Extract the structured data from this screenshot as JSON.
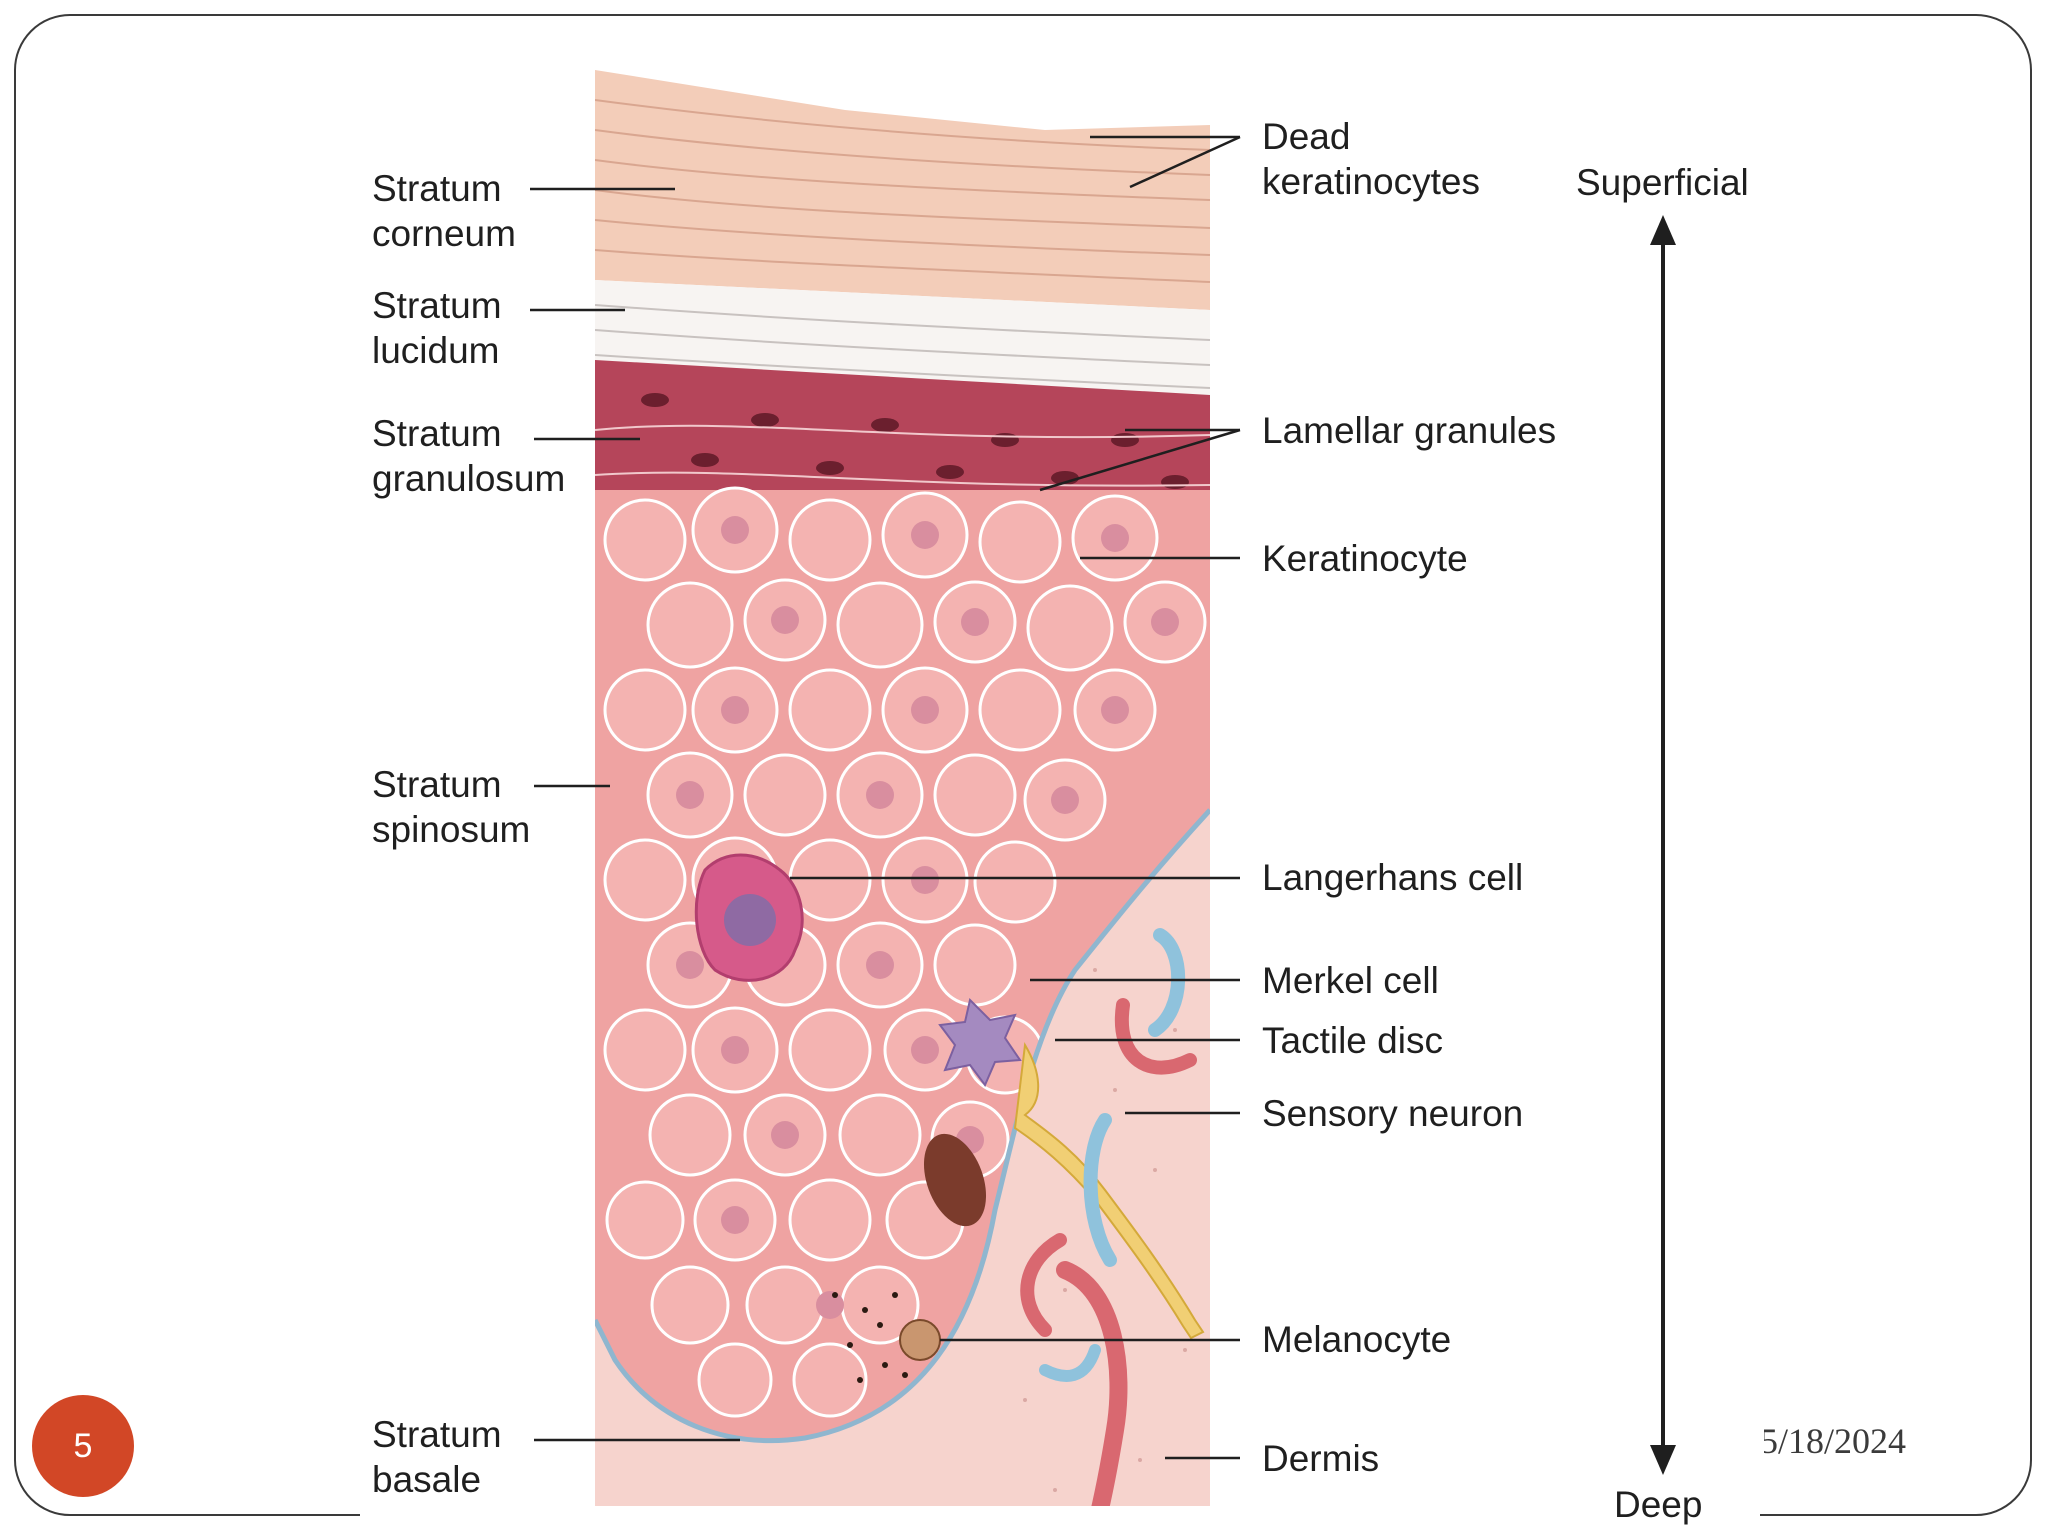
{
  "labels_left": {
    "corneum": "Stratum\ncorneum",
    "lucidum": "Stratum\nlucidum",
    "granulosum": "Stratum\ngranulosum",
    "spinosum": "Stratum\nspinosum",
    "basale": "Stratum\nbasale"
  },
  "labels_right": {
    "dead_keratinocytes": "Dead\nkeratinocytes",
    "lamellar_granules": "Lamellar granules",
    "keratinocyte": "Keratinocyte",
    "langerhans_cell": "Langerhans cell",
    "merkel_cell": "Merkel cell",
    "tactile_disc": "Tactile disc",
    "sensory_neuron": "Sensory neuron",
    "melanocyte": "Melanocyte",
    "dermis": "Dermis"
  },
  "axis": {
    "top": "Superficial",
    "bottom": "Deep"
  },
  "footer": {
    "slide_number": "5",
    "date": "5/18/2024"
  },
  "colors": {
    "accent_badge": "#d24726",
    "corneum": "#f3cdb9",
    "granulosum": "#b5455a",
    "spinosum": "#efa3a2",
    "dermis": "#f6d3cd"
  }
}
